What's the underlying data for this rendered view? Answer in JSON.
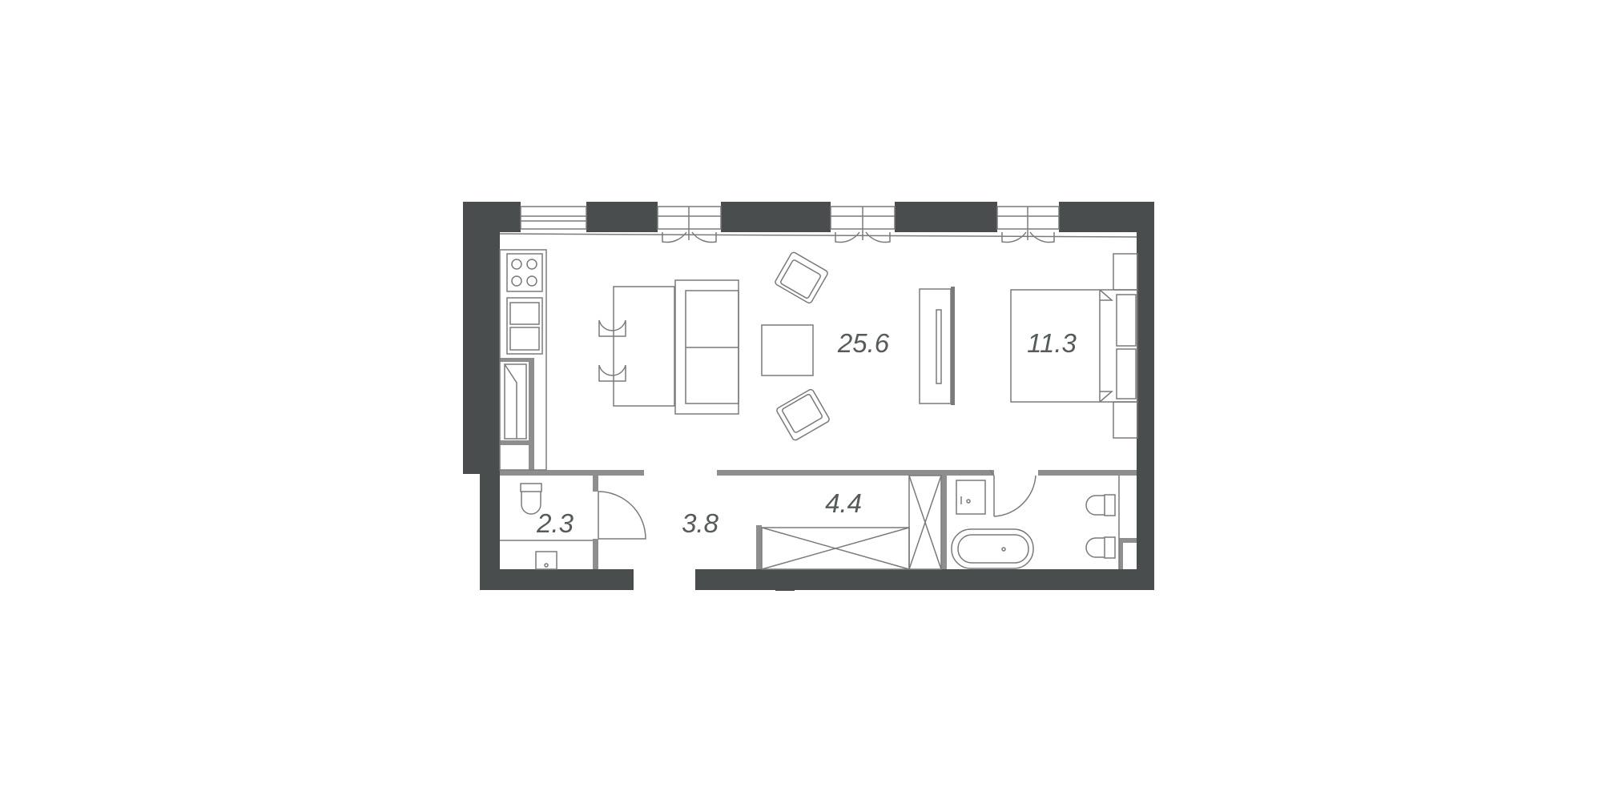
{
  "plan": {
    "colors": {
      "wall": "#4a4d4e",
      "partition": "#8e8e8e",
      "line": "#7a7a7a",
      "background": "#ffffff"
    },
    "rooms": [
      {
        "id": "living",
        "area": "25.6"
      },
      {
        "id": "bedroom",
        "area": "11.3"
      },
      {
        "id": "wc",
        "area": "2.3"
      },
      {
        "id": "hall",
        "area": "3.8"
      },
      {
        "id": "wardrobe",
        "area": "4.4"
      }
    ]
  }
}
